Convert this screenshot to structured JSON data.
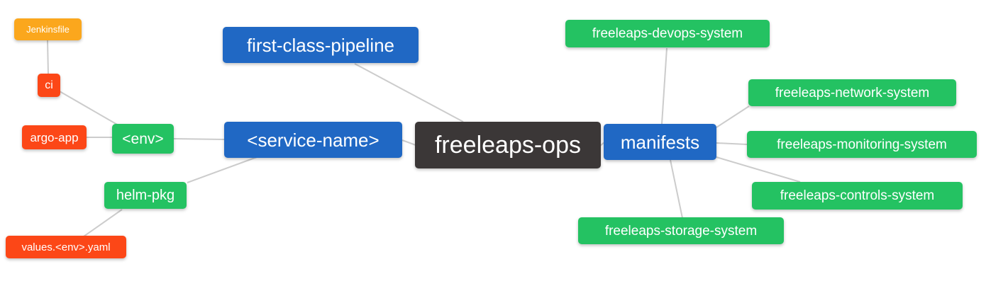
{
  "diagram": {
    "type": "mindmap",
    "title": "freeleaps-ops repository structure mind map"
  },
  "palette": {
    "root_bg": "#3b3737",
    "branch_blue": "#2068c4",
    "leaf_green": "#24c262",
    "leaf_red": "#fc4717",
    "leaf_amber": "#fba71d",
    "line": "#cccccc",
    "text": "#ffffff"
  },
  "nodes": {
    "root": {
      "label": "freeleaps-ops"
    },
    "first_class_pipeline": {
      "label": "first-class-pipeline"
    },
    "service_name": {
      "label": "<service-name>"
    },
    "env": {
      "label": "<env>"
    },
    "ci": {
      "label": "ci"
    },
    "jenkinsfile": {
      "label": "Jenkinsfile"
    },
    "argo_app": {
      "label": "argo-app"
    },
    "helm_pkg": {
      "label": "helm-pkg"
    },
    "values_env_yaml": {
      "label": "values.<env>.yaml"
    },
    "manifests": {
      "label": "manifests"
    },
    "devops_system": {
      "label": "freeleaps-devops-system"
    },
    "network_system": {
      "label": "freeleaps-network-system"
    },
    "monitoring_system": {
      "label": "freeleaps-monitoring-system"
    },
    "controls_system": {
      "label": "freeleaps-controls-system"
    },
    "storage_system": {
      "label": "freeleaps-storage-system"
    }
  }
}
